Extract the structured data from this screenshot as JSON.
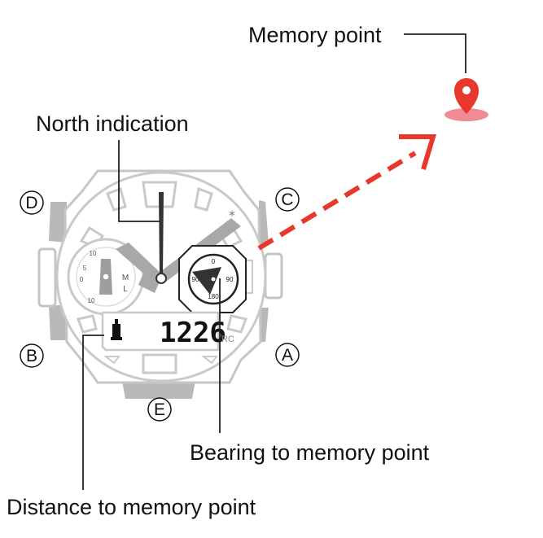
{
  "labels": {
    "memory_point": "Memory point",
    "north_indication": "North indication",
    "bearing": "Bearing to memory point",
    "distance": "Distance to memory point"
  },
  "buttons": {
    "a": "A",
    "b": "B",
    "c": "C",
    "d": "D",
    "e": "E"
  },
  "watch": {
    "lcd_value": "1226",
    "rc_mark": "RC",
    "bt_mark": "∗",
    "compass_dial": {
      "n": "0",
      "e": "90",
      "s": "180",
      "w": "90"
    },
    "sub_dial": {
      "top": "10",
      "mid": "5",
      "zero": "0",
      "bottom": "10",
      "m": "M",
      "l": "L"
    }
  },
  "colors": {
    "accent_red": "#e8372c",
    "pin_shadow": "#f08a94",
    "case_gray": "#bdbdbd",
    "line": "#222222"
  }
}
